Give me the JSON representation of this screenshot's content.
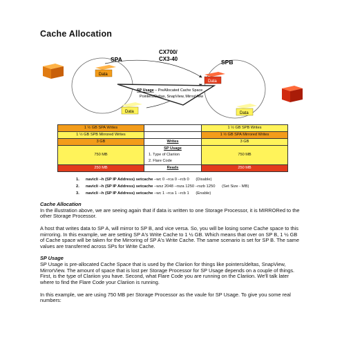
{
  "page": {
    "title": "Cache Allocation"
  },
  "diagram": {
    "model": [
      "CX700/",
      "CX3-40"
    ],
    "spa_label": "SPA",
    "spb_label": "SPB",
    "data_label": "Data",
    "usage_title": "SP Usage",
    "usage_line1": " – PreAllocated Cache Space",
    "usage_line2": "Pointers/Deltas, SnapView, MirrorView",
    "colors": {
      "orange": "#f39c1a",
      "yellow": "#fff35a",
      "red": "#e23b1c"
    }
  },
  "table": {
    "row1": {
      "left": "1 ½ GB SPA Writes",
      "right": "1 ½ GB SPB Writes"
    },
    "row2": {
      "left": "1 ½ GB SPB Mirrored Writes",
      "right": "1 ½ GB SPA Mirrored Writes"
    },
    "row3": {
      "left": "3 GB",
      "mid": "Writes",
      "right": "3 GB"
    },
    "row4": {
      "left": "750 MB",
      "mid_title": "SP Usage",
      "mid_1": "1. Type of Clariion",
      "mid_2": "2. Flare Code",
      "right": "750 MB"
    },
    "row5": {
      "left": "250 MB",
      "mid": "Reads",
      "right": "250 MB"
    }
  },
  "commands": [
    {
      "num": "1.",
      "cmd": "navicli –h (SP IP Address) setcache",
      "args": " –wc 0 –rca 0 –rcb 0",
      "note": "(Disable)"
    },
    {
      "num": "2.",
      "cmd": "navicli –h (SP IP Address) setcache",
      "args": " –wsz 2048 –rsza 1250 –rszb 1250",
      "note": "(Set Size - MB)"
    },
    {
      "num": "3.",
      "cmd": "navicli –h (SP IP Address) setcache",
      "args": " –wc 1 –rca 1 –rcb 1",
      "note": "(Enable)"
    }
  ],
  "body": {
    "h1": "Cache Allocation",
    "p1": "In the illustration above, we are seeing again that if data is written to one Storage Processor, it is MIRRORed to the other Storage Processor.",
    "p2": "A host that writes data to SP A, will mirror to SP B, and vice versa. So, you will be losing some Cache space to this mirroring. In this example, we are setting SP A's Write Cache to 1 ½ GB. Which means that over on SP B, 1 ½ GB of Cache space will be taken for the Mirroring of SP A's Write Cache. The same scenario is set for SP B. The same values are transferred across SPs for Write Cache.",
    "h2": "SP Usage",
    "p3": "SP Usage is pre-allocated Cache Space that is used by the Clariion for things like pointers/deltas, SnapView, MirrorView. The amount of space that is lost per Storage Processor for SP Usage depends on a couple of things. First, is the type of Clariion you have. Second, what Flare Code you are running on the Clariion. We'll talk later where to find the Flare Code your Clariion is running.",
    "p4": "In this example, we are using 750 MB per Storage Processor as the vaule for SP Usage. To give you some real numbers:"
  }
}
